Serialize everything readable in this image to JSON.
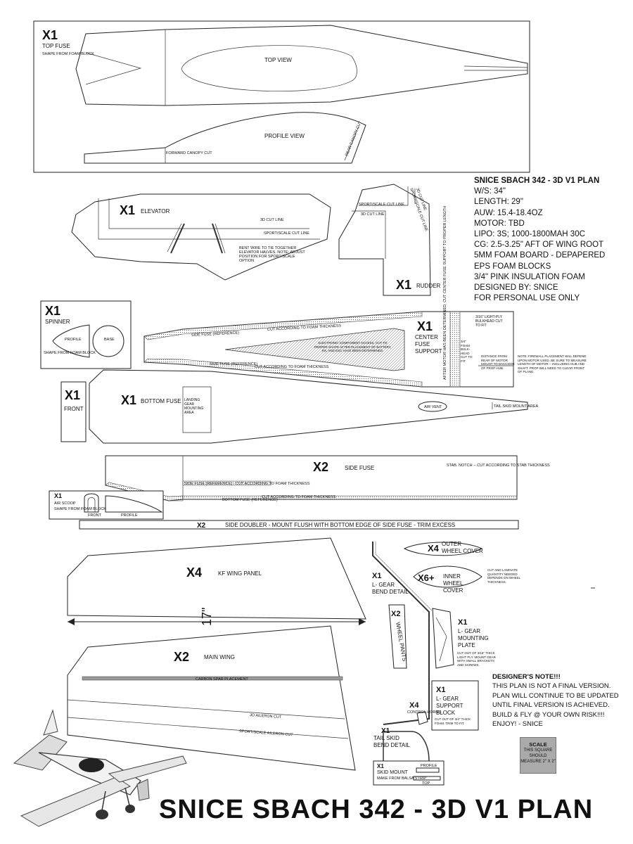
{
  "specs": {
    "title": "SNICE SBACH 342 - 3D  V1 PLAN",
    "lines": [
      "W/S:  34\"",
      "LENGTH: 29\"",
      "AUW:  15.4-18.4OZ",
      "MOTOR: TBD",
      "LIPO: 3S; 1000-1800MAH 30C",
      "CG: 2.5-3.25\" AFT OF WING ROOT",
      "5MM FOAM BOARD - DEPAPERED",
      "EPS FOAM BLOCKS",
      "3/4\" PINK INSULATION FOAM",
      "DESIGNED BY: SNICE",
      "FOR PERSONAL USE ONLY"
    ]
  },
  "parts": {
    "top_fuse": {
      "qty": "X1",
      "name": "TOP FUSE",
      "note": "SHAPE FROM FOAM BLOCK",
      "top_view": "TOP VIEW",
      "profile_view": "PROFILE VIEW",
      "canopy_cut": "FORWARD CANOPY CUT",
      "rear_canopy_cut": "REAR CANOPY CUT"
    },
    "elevator": {
      "qty": "X1",
      "name": "ELEVATOR",
      "cut_3d": "3D CUT LINE",
      "cut_sport": "SPORT/SCALE CUT LINE",
      "note": "BENT WIRE TO TIE TOGETHER ELEVATOR HALVES. NOTE: ADJUST POSITION FOR SPORT/SCALE OPTION"
    },
    "rudder": {
      "qty": "X1",
      "name": "RUDDER",
      "cut_3d": "3D CUT LINE",
      "cut_sport": "SPORT/SCALE CUT LINE",
      "cut_3d_v": "3D CUT LINE",
      "cut_sport_v": "SPORT/SCALE CUT LINE"
    },
    "spinner": {
      "qty": "X1",
      "name": "SPINNER",
      "profile": "PROFILE",
      "base": "BASE",
      "note": "SHAPE FROM FOAM BLOCK"
    },
    "center_fuse": {
      "qty": "X1",
      "name_1": "CENTER",
      "name_2": "FUSE",
      "name_3": "SUPPORT",
      "side_ref_top": "SIDE FUSE (REFERENCE)",
      "cut_top": "CUT ACCORDING TO FOAM THICKNESS",
      "side_ref_bottom": "SIDE FUSE (REFERENCE)",
      "cut_bottom": "CUT ACCORDING TO FOAM THICKNESS",
      "access_note": "ELECTRONIC COMPONENT ACCESS. CUT TO PROPER SHAPE AFTER PLACEMENT OF BATTERY, RX, AND ESC HAVE BEEN DETERMINED.",
      "bulkhead": "3/16\" LIGHT-PLY BULKHEAD CUT TO FIT",
      "foam_bulkhead": "3/4\" FOAM BULK-HEAD CUT TO FIT",
      "distance_note": "DISTANCE FROM REAR OF MOTOR MOUNT TO BACKSIDE OF PROP HUB.",
      "firewall_note": "NOTE: FIREWALL PLACEMENT WILL DEPEND UPON MOTOR USED. BE SURE TO MEASURE LENGTH OF MOTOR -- INCLUDING HUB AND SHAFT. PROP WILL NEED TO CLEAR FRONT OF PLANE.",
      "firewall_side": "AFTER MOTOR HAS BEEN DETERMINED, CUT CENTER FUSE SUPPORT TO PROPER LENGTH"
    },
    "front": {
      "qty": "X1",
      "name": "FRONT"
    },
    "bottom_fuse": {
      "qty": "X1",
      "name": "BOTTOM FUSE",
      "landing": "LANDING GEAR MOUNTING AREA",
      "air_vent": "AIR VENT",
      "tail_skid": "TAIL SKID MOUNT AREA"
    },
    "side_fuse": {
      "qty": "X2",
      "name": "SIDE FUSE",
      "stab_notch": "STAB. NOTCH -- CUT ACCORDING TO STAB THICKNESS",
      "ref1": "SIDE FUSE (REFERENCE) - CUT ACCORDING TO FOAM THICKNESS",
      "bottom_ref": "BOTTOM FUSE (REFERENCE)",
      "cut": "CUT ACCORDING TO FOAM THICKNESS"
    },
    "air_scoop": {
      "qty": "X1",
      "name": "AIR SCOOP",
      "note": "SHAPE FROM FOAM BLOCK",
      "front": "FRONT",
      "profile": "PROFILE"
    },
    "side_doubler": {
      "qty": "X2",
      "text": "SIDE DOUBLER - MOUNT FLUSH WITH BOTTOM EDGE OF SIDE FUSE - TRIM EXCESS"
    },
    "kf_wing": {
      "qty": "X4",
      "name": "KF WING PANEL"
    },
    "main_wing": {
      "qty": "X2",
      "name": "MAIN WING",
      "span": "17\"",
      "spar": "CARBON SPAR PLACEMENT",
      "aileron_3d": "3D AILERON CUT",
      "aileron_sport": "SPORT/SCALE AILERON CUT"
    },
    "outer_cover": {
      "qty": "X4",
      "name_1": "OUTER",
      "name_2": "WHEEL COVER"
    },
    "inner_cover": {
      "qty": "X6+",
      "name_1": "INNER",
      "name_2": "WHEEL",
      "name_3": "COVER",
      "note": "CUT AND LAMINATE QUANTITY NEEDED DEPENDS ON WHEEL THICKNESS."
    },
    "l_gear": {
      "qty": "X1",
      "name_1": "L- GEAR",
      "name_2": "BEND DETAIL"
    },
    "wheel_pants": {
      "qty": "X2",
      "name": "WHEEL PANTS"
    },
    "gear_plate": {
      "qty": "X1",
      "name_1": "L- GEAR",
      "name_2": "MOUNTING",
      "name_3": "PLATE",
      "note": "CUT OUT OF 3/16\" THICK LIGHT PLY. MOUNT GEAR WITH SMALL BRACKETS AND SCREWS."
    },
    "gear_block": {
      "qty": "X1",
      "name_1": "L- GEAR",
      "name_2": "SUPPORT",
      "name_3": "BLOCK",
      "note": "CUT OUT OF 3/4\" THICK FOAM. TRIM TO FIT."
    },
    "control_horns": {
      "qty": "X4",
      "name": "CONTROL HORNS"
    },
    "tail_skid": {
      "qty": "X1",
      "name_1": "TAIL SKID",
      "name_2": "BEND DETAIL"
    },
    "skid_mount": {
      "qty": "X1",
      "name": "SKID MOUNT",
      "note": "MAKE FROM BALSA STRIP",
      "profile": "PROFILE",
      "top": "TOP"
    }
  },
  "designer_note": {
    "title": "DESIGNER'S NOTE!!!",
    "lines": [
      "THIS PLAN IS NOT A FINAL VERSION.",
      "PLAN WILL CONTINUE TO BE UPDATED",
      "UNTIL FINAL VERSION IS ACHIEVED.",
      "BUILD & FLY @ YOUR OWN RISK!!!!",
      "ENJOY! - SNICE"
    ]
  },
  "scale": {
    "title": "SCALE",
    "text": "THIS SQUARE SHOULD MEASURE 2\" X 2\""
  },
  "big_title": "SNICE SBACH 342 - 3D  V1 PLAN",
  "colors": {
    "line": "#222222",
    "paper": "#ffffff",
    "scale_fill": "#aaaaaa",
    "hatch": "#bbbbbb"
  }
}
